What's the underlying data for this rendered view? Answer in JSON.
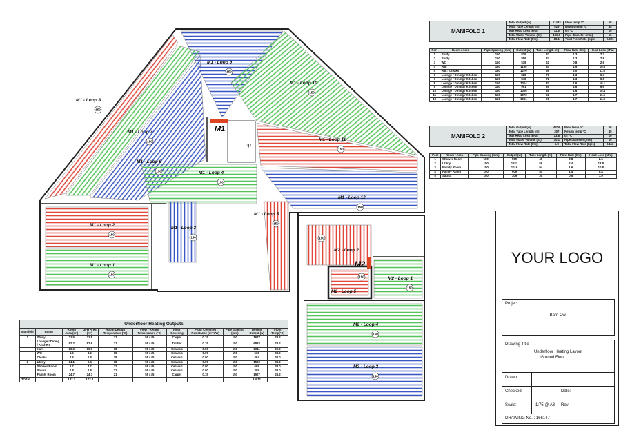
{
  "plan": {
    "manifold_labels": [
      "M1",
      "M2"
    ],
    "stair_label": "up",
    "spacing_badge": "150",
    "loops": [
      {
        "label": "M1 - Loop 9",
        "color": "#3b57c4"
      },
      {
        "label": "M1 - Loop 10",
        "color": "#55c45a"
      },
      {
        "label": "M1 - Loop 11",
        "color": "#e0483c"
      },
      {
        "label": "M1 - Loop 12",
        "color": "#3b57c4"
      },
      {
        "label": "M1 - Loop 8",
        "color": "#e0483c"
      },
      {
        "label": "M1 - Loop 7",
        "color": "#55c45a"
      },
      {
        "label": "M1 - Loop 6",
        "color": "#3b57c4"
      },
      {
        "label": "M1 - Loop 4",
        "color": "#55c45a"
      },
      {
        "label": "M1 - Loop 2",
        "color": "#e0483c"
      },
      {
        "label": "M1 - Loop 1",
        "color": "#55c45a"
      },
      {
        "label": "M1 - Loop 3",
        "color": "#3b57c4"
      },
      {
        "label": "M1 - Loop 5",
        "color": "#e0483c"
      },
      {
        "label": "M2 - Loop 2",
        "color": "#e0483c"
      },
      {
        "label": "M2 - Loop 1",
        "color": "#55c45a"
      },
      {
        "label": "M2 - Loop 5",
        "color": "#e0483c"
      },
      {
        "label": "M2 - Loop 4",
        "color": "#55c45a"
      },
      {
        "label": "M2 - Loop 3",
        "color": "#3b57c4"
      }
    ]
  },
  "manifold1": {
    "title": "MANIFOLD 1",
    "summary": [
      [
        "Total Output (w)",
        "11493",
        "Flow temp °C",
        "55"
      ],
      [
        "Total Tube Length (m)",
        "929",
        "Return temp °C",
        "45"
      ],
      [
        "Max Head Loss (kPa)",
        "11.6",
        "dT °C",
        "10"
      ],
      [
        "Total Water Volume (ltr)",
        "106.0",
        "Pipe diameter (mm)",
        "16"
      ],
      [
        "Total Flow Rate (l/m)",
        "18.1",
        "Total Flow Rate (kg/s)",
        "0.301"
      ]
    ],
    "headers": [
      "Port",
      "Room / Area",
      "Pipe Spacing (mm)",
      "Output (w)",
      "Tube Length (m)",
      "Flow Rate (l/m)",
      "Head Loss (kPa)"
    ],
    "rows": [
      [
        "1",
        "Study",
        "150",
        "819",
        "83",
        "1.3",
        "7.2"
      ],
      [
        "2",
        "Study",
        "150",
        "856",
        "87",
        "1.3",
        "7.8"
      ],
      [
        "3",
        "WC",
        "150",
        "518",
        "41",
        "0.8",
        "2.6"
      ],
      [
        "4",
        "Hall",
        "150",
        "1195",
        "84",
        "1.9",
        "10.6"
      ],
      [
        "5",
        "Hall / Cloaks",
        "150",
        "1270",
        "66",
        "2.0",
        "11.5"
      ],
      [
        "6",
        "Lounge / Dining / Kitchen",
        "150",
        "828",
        "71",
        "1.3",
        "6.4"
      ],
      [
        "7",
        "Lounge / Dining / Kitchen",
        "150",
        "848",
        "72",
        "1.3",
        "6.6"
      ],
      [
        "8",
        "Lounge / Dining / Kitchen",
        "150",
        "1014",
        "87",
        "1.6",
        "10.1"
      ],
      [
        "9",
        "Lounge / Dining / Kitchen",
        "150",
        "991",
        "85",
        "1.6",
        "9.6"
      ],
      [
        "10",
        "Lounge / Dining / Kitchen",
        "150",
        "1026",
        "88",
        "1.6",
        "10.4"
      ],
      [
        "11",
        "Lounge / Dining / Kitchen",
        "150",
        "1073",
        "92",
        "1.7",
        "11.6"
      ],
      [
        "12",
        "Lounge / Dining / Kitchen",
        "150",
        "1061",
        "91",
        "1.7",
        "11.3"
      ]
    ]
  },
  "manifold2": {
    "title": "MANIFOLD 2",
    "summary": [
      [
        "Total Output (w)",
        "4316",
        "Flow temp °C",
        "55"
      ],
      [
        "Total Tube Length (m)",
        "307",
        "Return temp °C",
        "45"
      ],
      [
        "Max Head Loss (kPa)",
        "13.8",
        "dT °C",
        "10"
      ],
      [
        "Total Water Volume (ltr)",
        "30.1",
        "Pipe diameter (mm)",
        "16"
      ],
      [
        "Total Flow Rate (l/m)",
        "6.8",
        "Total Flow Rate (kg/s)",
        "0.113"
      ]
    ],
    "headers": [
      "Port",
      "Room / Area",
      "Pipe Spacing (mm)",
      "Output (w)",
      "Tube Length (m)",
      "Flow Rate (l/m)",
      "Head Loss (kPa)"
    ],
    "rows": [
      [
        "1",
        "Shower Room",
        "150",
        "509",
        "40",
        "0.8",
        "2.6"
      ],
      [
        "2",
        "Utility",
        "150",
        "1523",
        "59",
        "2.4",
        "13.8"
      ],
      [
        "3",
        "Family Room",
        "150",
        "1016",
        "94",
        "1.6",
        "10.8"
      ],
      [
        "4",
        "Family Room",
        "150",
        "909",
        "84",
        "1.4",
        "8.4"
      ],
      [
        "5",
        "Sauna",
        "150",
        "309",
        "30",
        "0.5",
        "1.9"
      ]
    ]
  },
  "outputs": {
    "title": "Underfloor Heating Outputs",
    "headers": [
      "Manifold",
      "Room",
      "Room Area (m²)",
      "UFH Area (m²)",
      "Room Design Temperature (°C)",
      "Flow / Return Temperature (°C)",
      "Floor Covering",
      "Floor Covering Resistance (m²K/W)",
      "Pipe Spacing (mm)",
      "Design Output (w)",
      "Floor Temp(°C)"
    ],
    "rows": [
      [
        "1",
        "Study",
        "21.5",
        "21.5",
        "21",
        "55 / 45",
        "Carpet",
        "0.15",
        "150",
        "1677",
        "28.2"
      ],
      [
        "",
        "Lounge / Dining / Kitchen",
        "92.2",
        "87.6",
        "21",
        "55 / 45",
        "Timber",
        "0.15",
        "150",
        "6833",
        "28.2"
      ],
      [
        "",
        "Hall",
        "20.3",
        "16.9",
        "18",
        "55 / 45",
        "Ceramic",
        "0.00",
        "150",
        "2011",
        "29.0"
      ],
      [
        "",
        "WC",
        "3.6",
        "3.2",
        "18",
        "55 / 45",
        "Ceramic",
        "0.00",
        "150",
        "518",
        "33.0"
      ],
      [
        "",
        "Cloaks",
        "3.6",
        "2.8",
        "18",
        "55 / 45",
        "Ceramic",
        "0.00",
        "150",
        "494",
        "33.0"
      ],
      [
        "",
        "",
        "",
        "",
        "",
        "",
        "",
        "",
        "",
        "",
        ""
      ],
      [
        "2",
        "Utility",
        "14.1",
        "9.4",
        "18",
        "55 / 45",
        "Ceramic",
        "0.00",
        "150",
        "1523",
        "33.0"
      ],
      [
        "",
        "Shower Room",
        "4.7",
        "4.7",
        "22",
        "55 / 45",
        "Ceramic",
        "0.00",
        "150",
        "509",
        "33.0"
      ],
      [
        "",
        "Sauna",
        "2.8",
        "2.8",
        "22",
        "55 / 45",
        "Ceramic",
        "0.00",
        "150",
        "309",
        "33.0"
      ],
      [
        "",
        "Family Room",
        "24.7",
        "24.7",
        "21",
        "55 / 45",
        "Carpet",
        "0.15",
        "150",
        "1927",
        "28.2"
      ],
      [
        "",
        "",
        "",
        "",
        "",
        "",
        "",
        "",
        "",
        "",
        ""
      ]
    ],
    "total_label": "TOTAL",
    "total_room_area": "187.3",
    "total_ufh_area": "173.4",
    "total_output": "15811"
  },
  "titleblock": {
    "logo": "YOUR LOGO",
    "project_label": "Project :",
    "project": "Barn Owl",
    "drawing_title_label": "Drawing Title",
    "drawing_title_1": "Underfloor Heating Layout",
    "drawing_title_2": "Ground Floor",
    "drawn_label": "Drawn:",
    "checked_label": "Checked:",
    "date_label": "Date:",
    "scale_label": "Scale:",
    "scale": "1:75 @ A3",
    "rev_label": "Rev:",
    "rev": "--",
    "drawing_no": "DRAWING No. : 166147"
  }
}
